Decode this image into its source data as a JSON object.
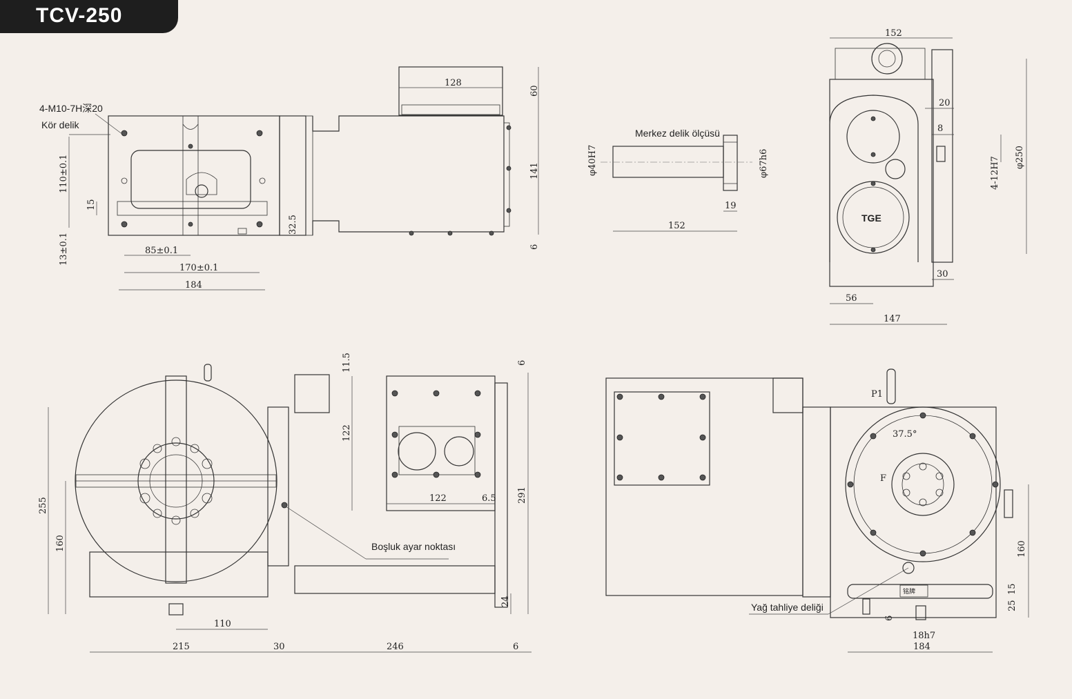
{
  "header": {
    "title": "TCV-250"
  },
  "labels": {
    "thread_spec": "4-M10-7H深20",
    "blind_hole": "Kör delik",
    "center_hole": "Merkez delik ölçüsü",
    "backlash_point": "Boşluk ayar noktası",
    "oil_drain": "Yağ tahliye deliği",
    "logo": "TGE",
    "plate_text": "铭牌",
    "p_mark": "P1",
    "f_mark": "F"
  },
  "dims": {
    "top_left": {
      "d128": "128",
      "d60": "60",
      "d141": "141",
      "d6": "6",
      "d110": "110±0.1",
      "d15": "15",
      "d13": "13±0.1",
      "d85": "85±0.1",
      "d170": "170±0.1",
      "d184": "184",
      "d32": "32.5"
    },
    "center": {
      "d40": "φ40H7",
      "d67": "φ67h6",
      "d19": "19",
      "d152": "152"
    },
    "top_right": {
      "d152": "152",
      "d20": "20",
      "d8": "8",
      "d4_12": "4-12H7",
      "d250": "φ250",
      "d30": "30",
      "d56": "56",
      "d147": "147"
    },
    "bottom_left": {
      "d11": "11.5",
      "d6a": "6",
      "d122v": "122",
      "d122h": "122",
      "d6_5": "6.5",
      "d291": "291",
      "d255": "255",
      "d160": "160",
      "d24": "24",
      "d110": "110",
      "d215": "215",
      "d30": "30",
      "d246": "246",
      "d6b": "6"
    },
    "bottom_right": {
      "d37": "37.5°",
      "d160": "160",
      "d15": "15",
      "d25": "25",
      "d6": "6",
      "d18": "18h7",
      "d184": "184"
    }
  }
}
